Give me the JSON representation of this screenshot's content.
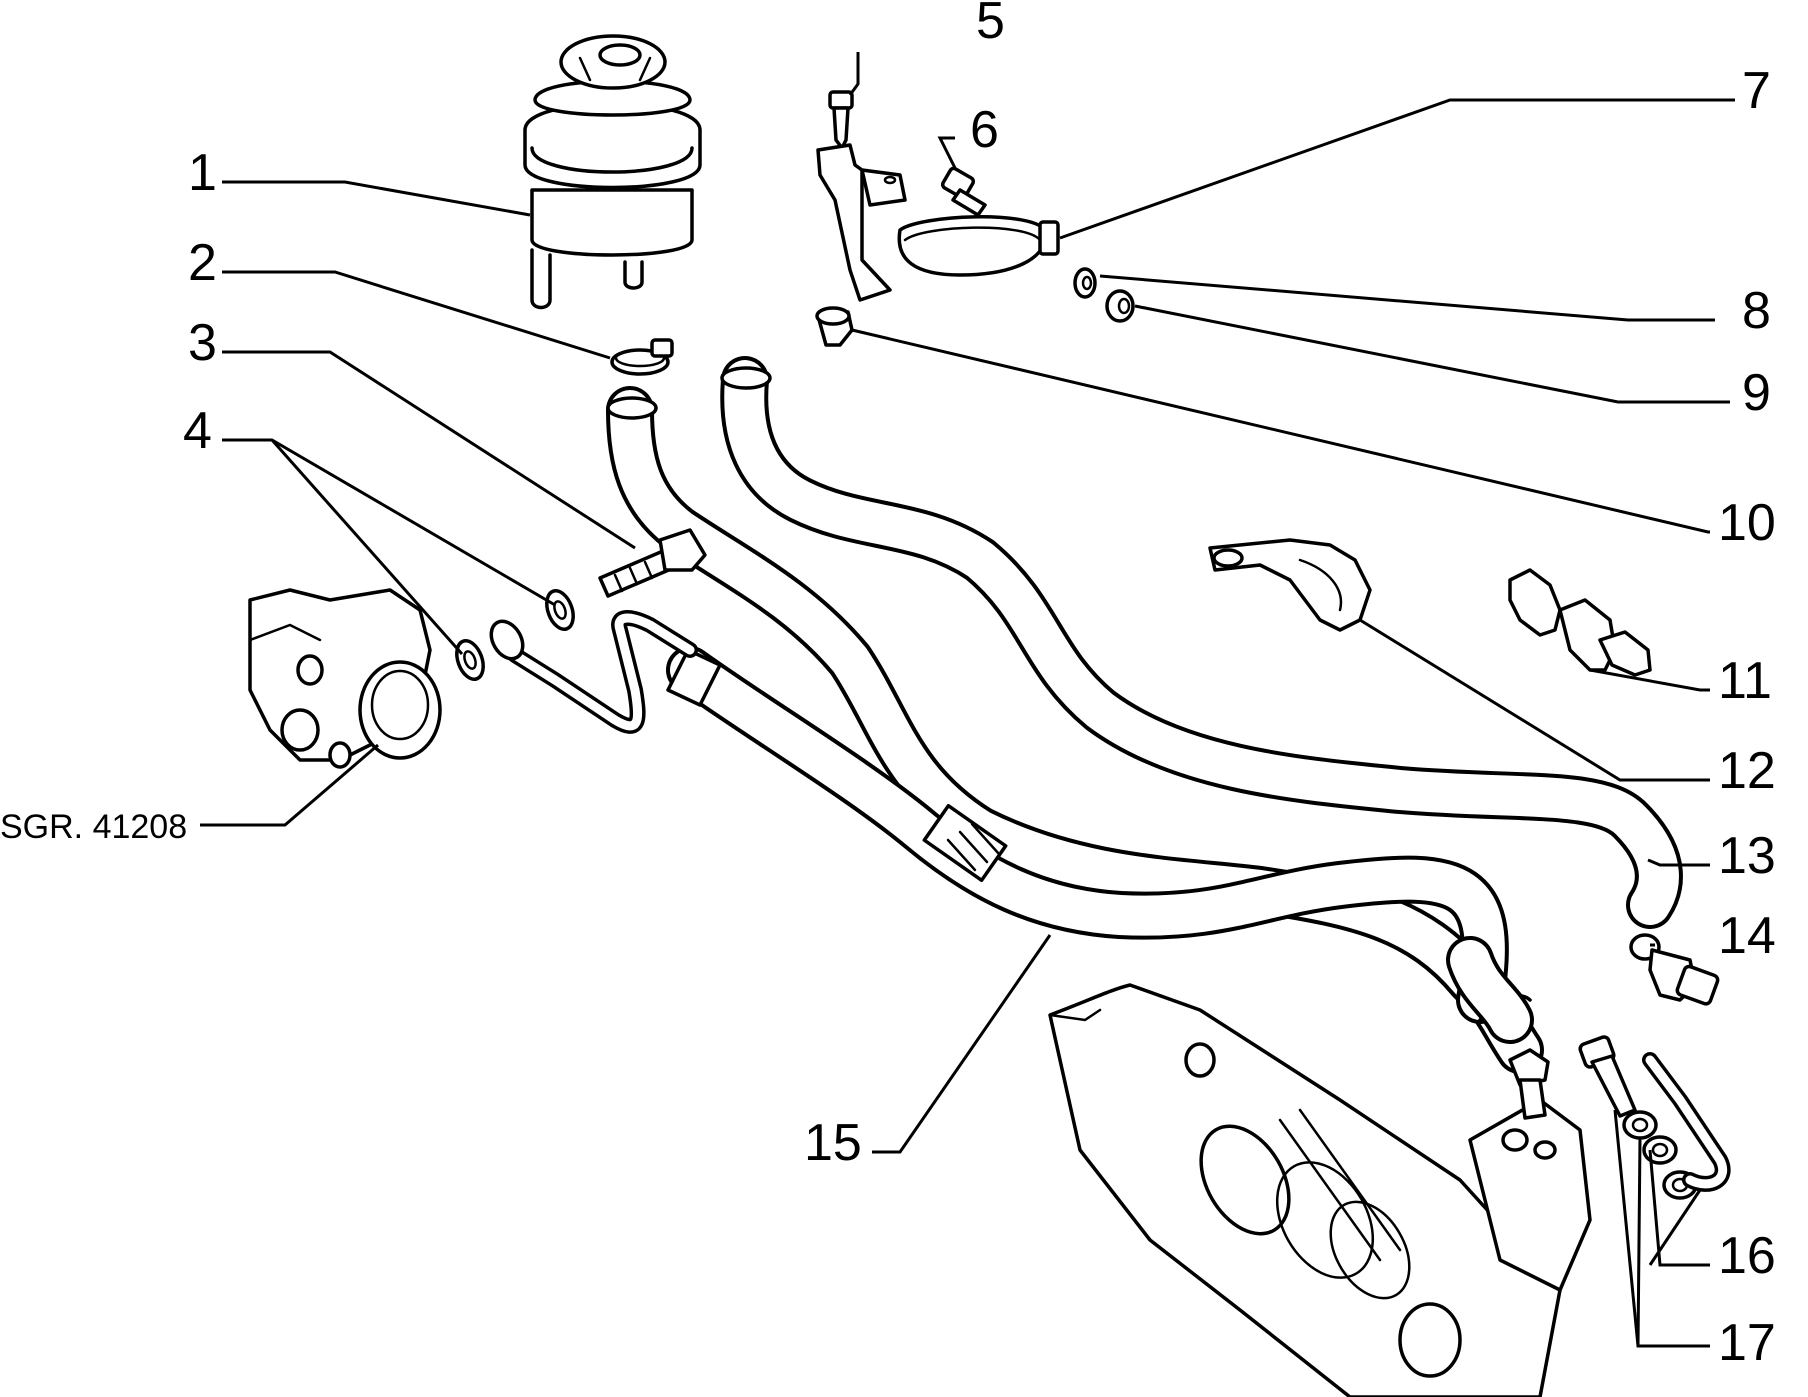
{
  "diagram": {
    "reference_label": "SGR. 41208",
    "callouts": [
      "1",
      "2",
      "3",
      "4",
      "5",
      "6",
      "7",
      "8",
      "9",
      "10",
      "11",
      "12",
      "13",
      "14",
      "15",
      "16",
      "17"
    ]
  }
}
